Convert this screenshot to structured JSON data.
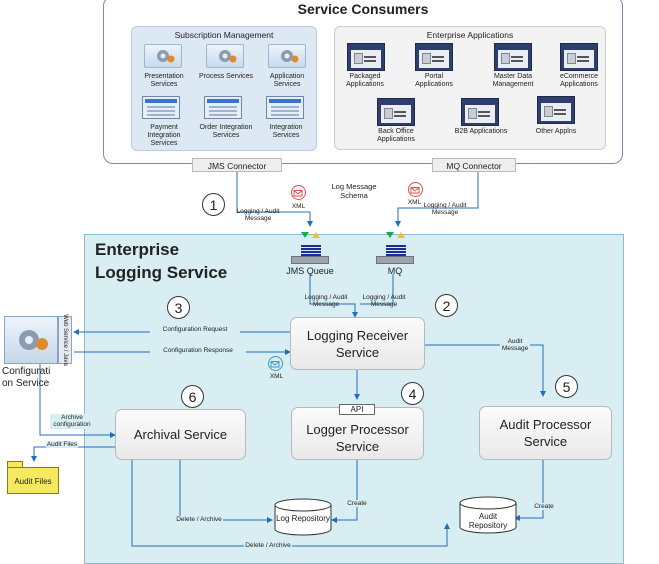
{
  "service_consumers": {
    "title": "Service Consumers",
    "subscription_management": {
      "title": "Subscription Management",
      "items": [
        {
          "label": "Presentation Services",
          "icon": "gear-icon"
        },
        {
          "label": "Process Services",
          "icon": "gear-icon"
        },
        {
          "label": "Application Services",
          "icon": "gear-icon"
        },
        {
          "label": "Payment Integration Services",
          "icon": "screen-icon"
        },
        {
          "label": "Order Integration Services",
          "icon": "screen-icon"
        },
        {
          "label": "Integration Services",
          "icon": "screen-icon"
        }
      ]
    },
    "enterprise_applications": {
      "title": "Enterprise Applications",
      "items": [
        {
          "label": "Packaged Applications"
        },
        {
          "label": "Portal Applications"
        },
        {
          "label": "Master Data Management"
        },
        {
          "label": "eCommerce Applications"
        },
        {
          "label": "Back Office Applications"
        },
        {
          "label": "B2B Applications"
        },
        {
          "label": "Other Applns"
        }
      ]
    },
    "jms_connector": "JMS Connector",
    "mq_connector": "MQ Connector"
  },
  "messages": {
    "log_message_schema": "Log Message Schema",
    "xml": "XML",
    "logging_audit_message": "Logging / Audit Message",
    "configuration_request": "Configuration Request",
    "configuration_response": "Configuration Response",
    "audit_message": "Audit Message",
    "archive_configuration": "Archive configuration",
    "audit_files_label": "Audit Files",
    "delete_archive": "Delete / Archive",
    "create": "Create"
  },
  "els": {
    "title_line1": "Enterprise",
    "title_line2": "Logging Service",
    "jms_queue": "JMS Queue",
    "mq": "MQ",
    "logging_receiver": "Logging Receiver Service",
    "logger_processor": "Logger Processor Service",
    "api": "API",
    "audit_processor": "Audit Processor Service",
    "archival": "Archival Service",
    "log_repository": "Log Repository",
    "audit_repository": "Audit Repository"
  },
  "external": {
    "configuration_service": "Configurati on Service",
    "web_service": "Web Service / Java",
    "audit_files": "Audit Files"
  },
  "steps": [
    "1",
    "2",
    "3",
    "4",
    "5",
    "6"
  ],
  "colors": {
    "arrow": "#1f6fbf",
    "els_bg": "#d8eef3",
    "consumers_border": "#9b7bb0",
    "queue": "#1a2c9a",
    "envelope": "#e04e4e",
    "envelope_xml": "#3a9bc0"
  }
}
